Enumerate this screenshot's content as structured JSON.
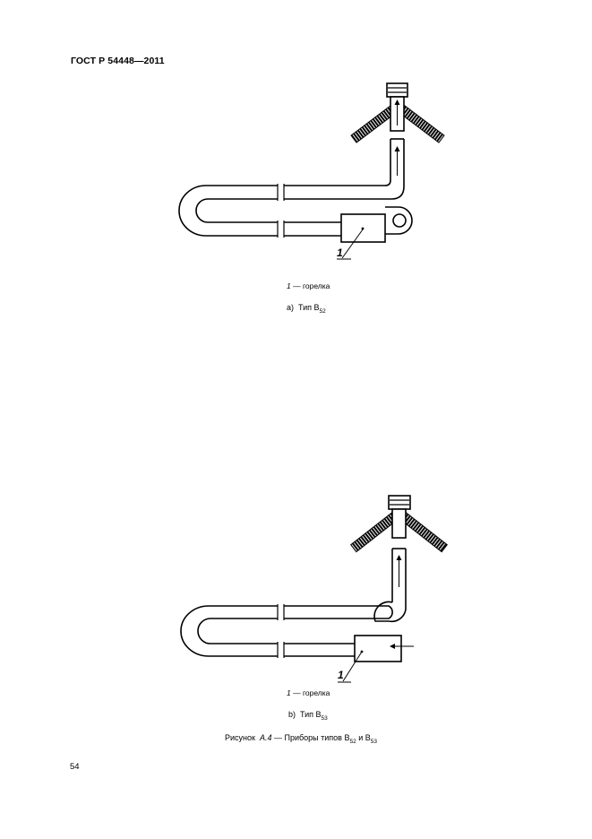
{
  "header": {
    "doc_id": "ГОСТ Р 54448—2011"
  },
  "figure_a": {
    "legend_num": "1",
    "legend_text": "— горелка",
    "callout": "1",
    "caption_prefix": "а)",
    "caption_label": "Тип В",
    "caption_sub": "52"
  },
  "figure_b": {
    "legend_num": "1",
    "legend_text": "— горелка",
    "callout": "1",
    "caption_prefix": "b)",
    "caption_label": "Тип В",
    "caption_sub": "53"
  },
  "figure_caption": {
    "prefix": "Рисунок",
    "number": "А.4",
    "text": "— Приборы типов В",
    "sub1": "52",
    "conj": " и В",
    "sub2": "53"
  },
  "page_number": "54"
}
